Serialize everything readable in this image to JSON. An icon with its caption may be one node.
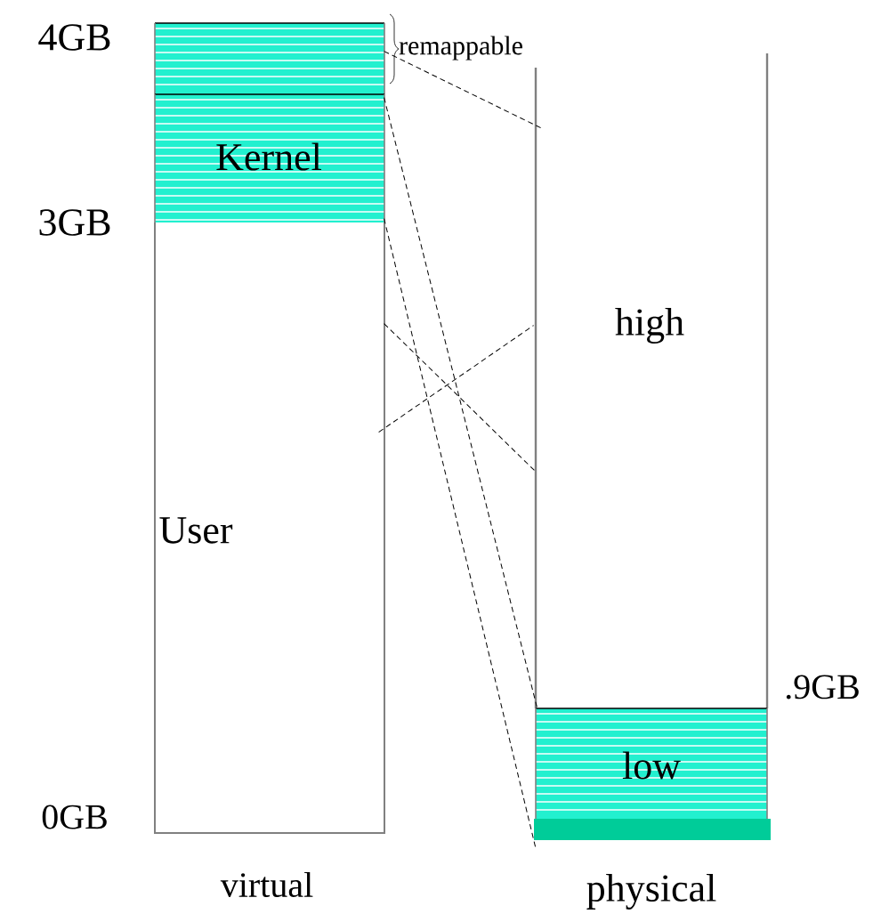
{
  "diagram": {
    "nodes": [
      {
        "text": [],
        "shape": "box"
      },
      {
        "text": [
          "Kernel"
        ]
      },
      {
        "text": [
          "User"
        ]
      },
      {
        "text": [
          "high"
        ]
      },
      {
        "text": [
          "low"
        ]
      },
      {
        "text": [],
        "shape": "bar"
      }
    ],
    "edges": [
      {
        "from": 0,
        "to": 3,
        "arrow": "none",
        "style": "dashed"
      },
      {
        "from": 1,
        "to": 4,
        "arrow": "none",
        "style": "dashed"
      },
      {
        "from": 1,
        "to": 5,
        "arrow": "none",
        "style": "dashed"
      },
      {
        "from": 2,
        "to": 3,
        "arrow": "none",
        "style": "dashed"
      },
      {
        "from": 2,
        "to": 3,
        "arrow": "none",
        "style": "dashed"
      }
    ],
    "labels": [
      "4GB",
      "remappable",
      "3GB",
      ".9GB",
      "0GB",
      "virtual",
      "physical"
    ]
  }
}
